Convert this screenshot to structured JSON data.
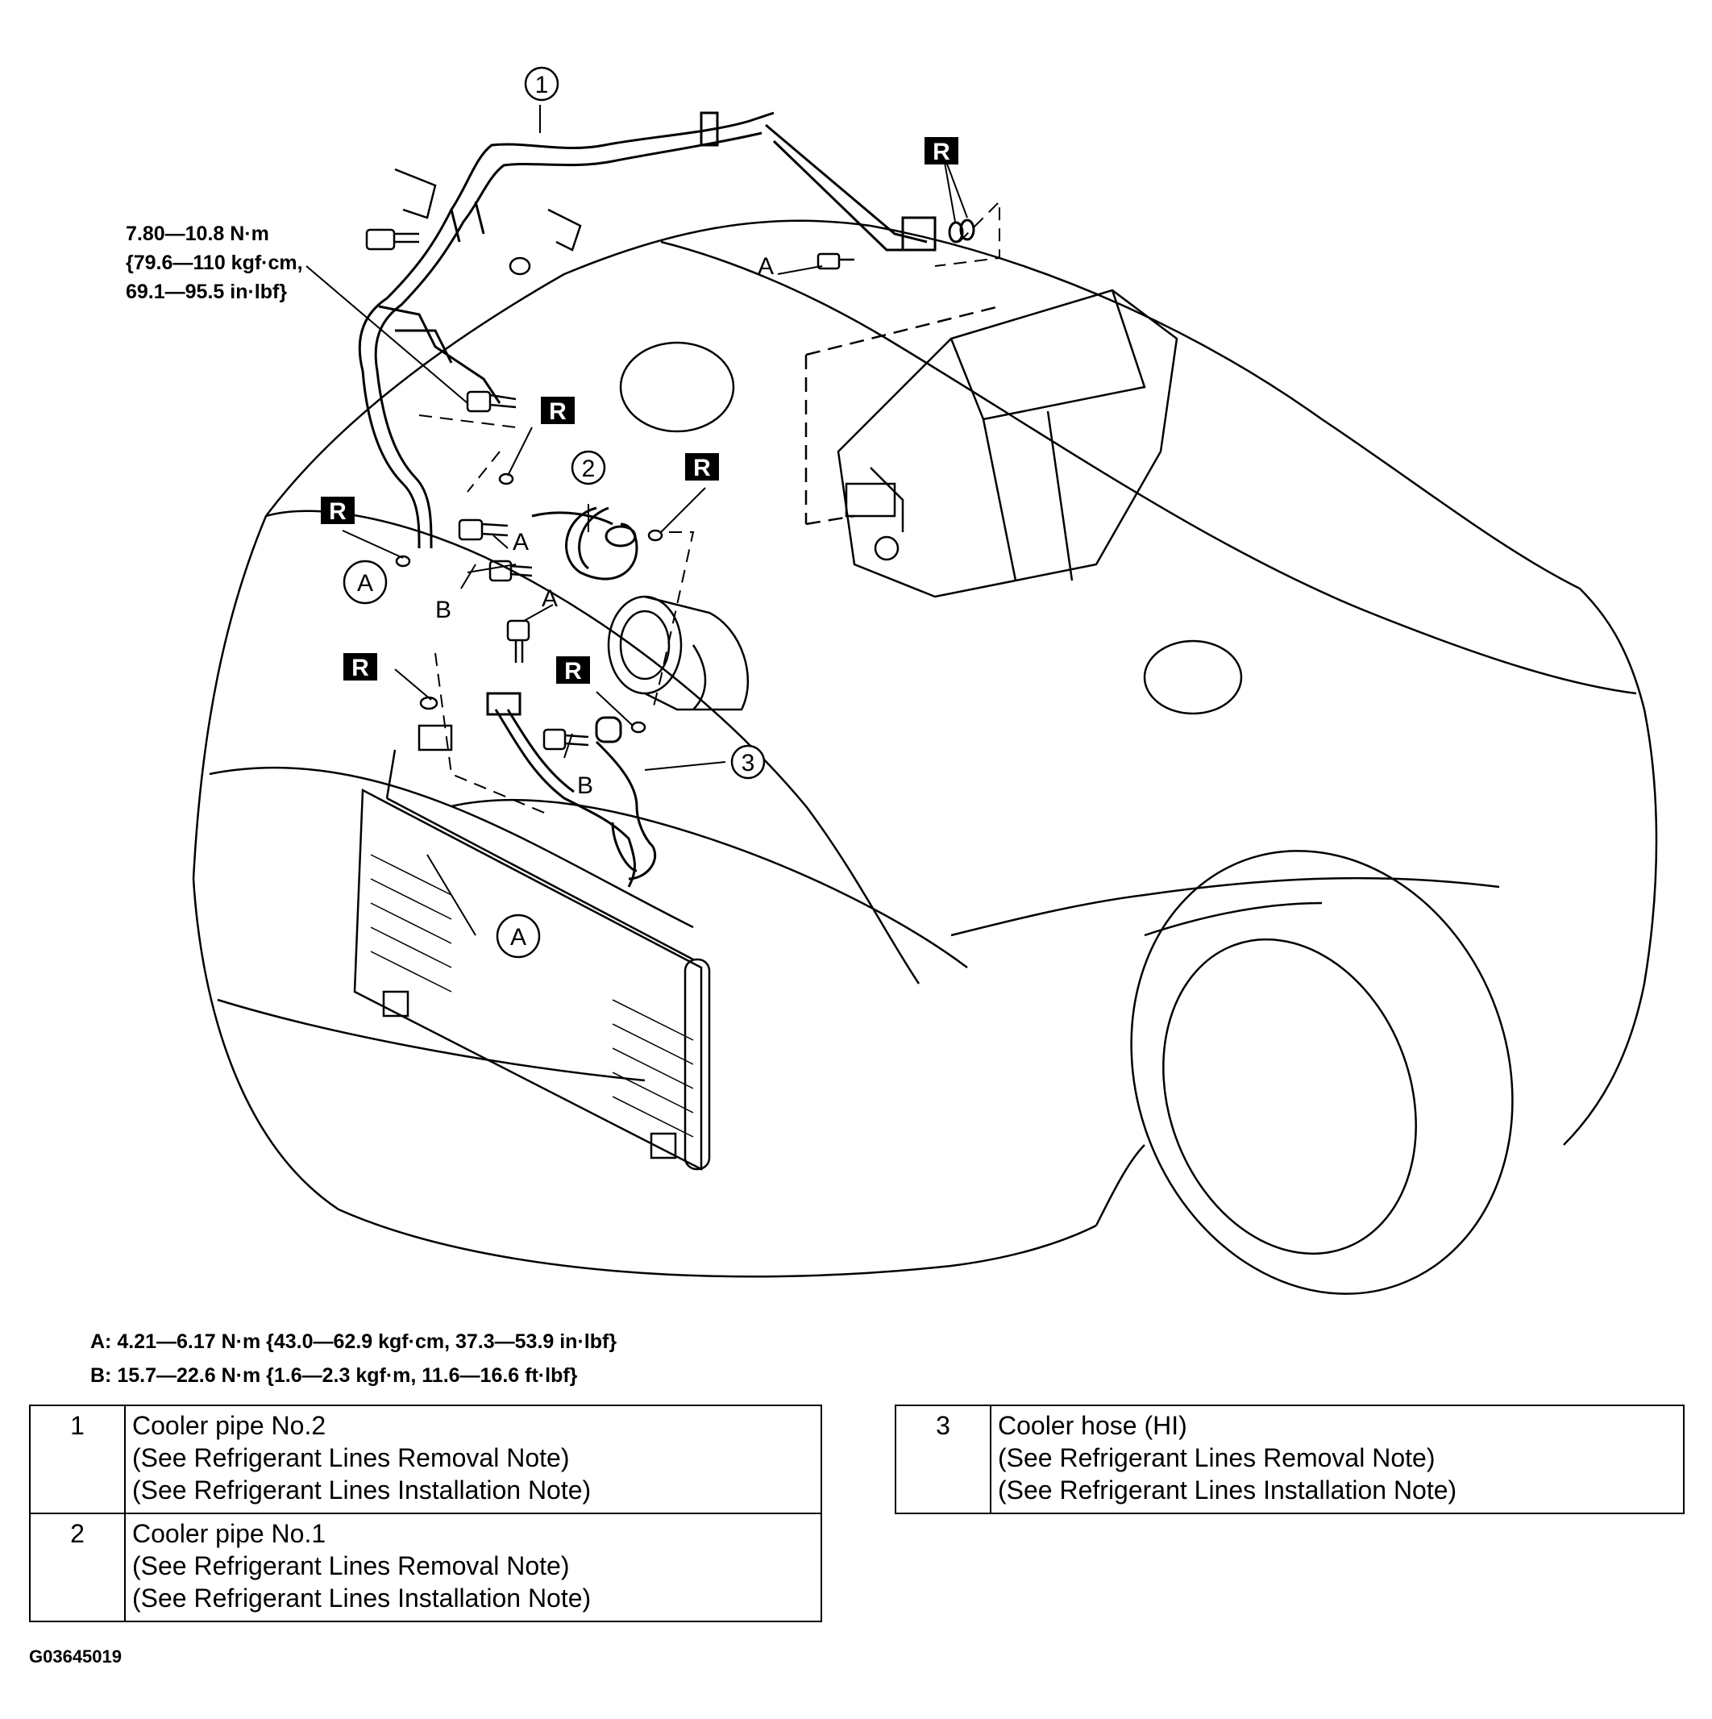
{
  "diagram": {
    "callouts": [
      "1",
      "2",
      "3"
    ],
    "letter_a": "A",
    "letter_b": "B",
    "r_mark": "R",
    "torque_note": [
      "7.80—10.8 N·m",
      "{79.6—110 kgf·cm,",
      "69.1—95.5 in·lbf}"
    ]
  },
  "torque_specs": {
    "a": "A: 4.21—6.17 N·m {43.0—62.9 kgf·cm, 37.3—53.9 in·lbf}",
    "b": "B: 15.7—22.6 N·m {1.6—2.3 kgf·m, 11.6—16.6 ft·lbf}"
  },
  "parts_left": [
    {
      "num": "1",
      "name": "Cooler pipe No.2",
      "note1": "(See Refrigerant Lines Removal Note)",
      "note2": "(See Refrigerant Lines Installation Note)"
    },
    {
      "num": "2",
      "name": "Cooler pipe No.1",
      "note1": "(See Refrigerant Lines Removal Note)",
      "note2": "(See Refrigerant Lines Installation Note)"
    }
  ],
  "parts_right": [
    {
      "num": "3",
      "name": "Cooler hose (HI)",
      "note1": "(See Refrigerant Lines Removal Note)",
      "note2": "(See Refrigerant Lines Installation Note)"
    }
  ],
  "figure_code": "G03645019"
}
